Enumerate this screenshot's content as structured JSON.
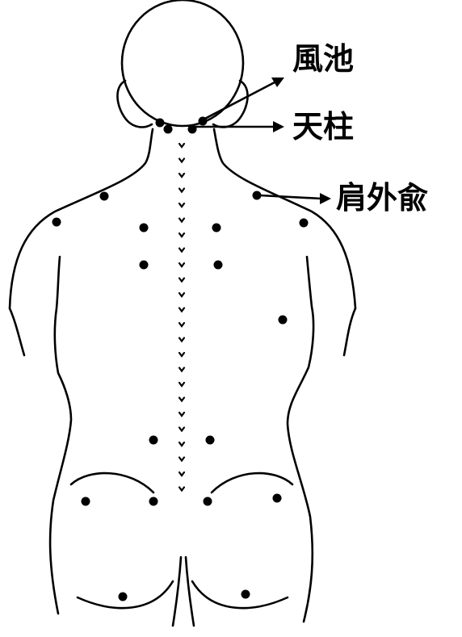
{
  "labels": {
    "fengchi": "風池",
    "tianzhu": "天柱",
    "jianwaishu": "肩外兪"
  },
  "colors": {
    "stroke": "#000000",
    "background": "#ffffff"
  }
}
